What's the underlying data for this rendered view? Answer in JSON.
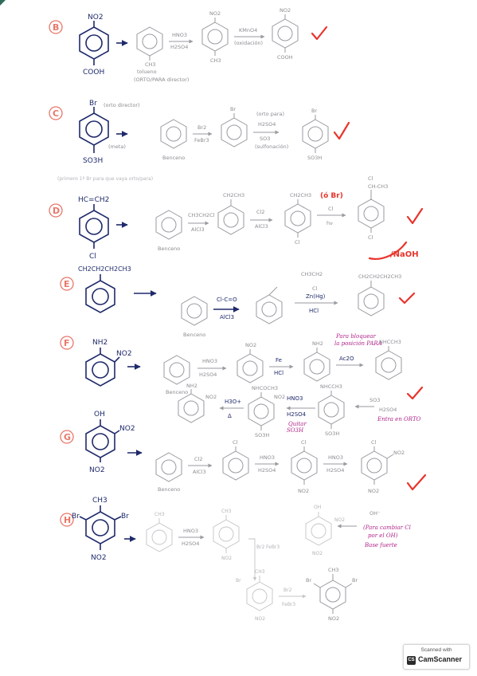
{
  "sections": [
    {
      "label": "B",
      "target_top": "NO2",
      "target_bottom": "COOH",
      "step1_reagent_top": "HNO3",
      "step1_reagent_bottom": "H2SO4",
      "step2_reagent_top": "KMnO4",
      "step2_reagent_bottom": "(oxidación)",
      "start_label": "tolueno",
      "note": "(ORTO/PARA director)",
      "int_top": "NO2",
      "int_sub": "CH3",
      "product_top": "NO2",
      "product_sub": "COOH",
      "start_sub": "CH3"
    },
    {
      "label": "C",
      "target_top": "Br",
      "target_bottom": "SO3H",
      "target_note_top": "(orto director)",
      "target_note_mid": "(meta)",
      "step1_reagent_top": "Br2",
      "step1_reagent_bottom": "FeBr3",
      "step2_reagent_top": "H2SO4",
      "step2_reagent_mid": "SO3",
      "step2_reagent_bottom": "(sulfonación)",
      "step2_note": "(orto para)",
      "start_label": "Benceno",
      "int_top": "Br",
      "product_top": "Br",
      "product_sub": "SO3H"
    },
    {
      "note": "(primero 1º Br para que vaya orto/para)"
    },
    {
      "label": "D",
      "target_top": "HC=CH2",
      "target_bottom": "Cl",
      "step1_reagent_top": "CH3CH2Cl",
      "step1_reagent_bottom": "AlCl3",
      "step2_reagent_top": "Cl2",
      "step2_reagent_bottom": "AlCl3",
      "step3_reagent_top": "Cl",
      "step3_reagent_bottom": "hν",
      "start_label": "Benceno",
      "int1_top": "CH2CH3",
      "int2_top": "CH2CH3",
      "int2_bottom": "Cl",
      "product_top1": "Cl",
      "product_top2": "CH-CH3",
      "product_bottom": "Cl",
      "red_note": "(ó Br)",
      "red_base": "/NaOH"
    },
    {
      "label": "E",
      "target_top": "CH2CH2CH2CH3",
      "step1_reagent": "Cl-C=O",
      "step1_reagent_bottom": "AlCl3",
      "step2_reagent_top": "Zn(Hg)",
      "step2_reagent_bottom": "HCl",
      "start_label": "Benceno",
      "int_top": "CH3CH2",
      "int_sub": "Cl",
      "product_top": "CH2CH2CH2CH3"
    },
    {
      "label": "F",
      "target_top": "NH2",
      "target_side": "NO2",
      "step1_reagent_top": "HNO3",
      "step1_reagent_bottom": "H2SO4",
      "step2_reagent_top": "Fe",
      "step2_reagent_bottom": "HCl",
      "step3_reagent_top": "Ac2O",
      "start_label": "Benceno",
      "int1_top": "NO2",
      "int2_top": "NH2",
      "product_top": "NHCCH3",
      "magenta_note_1": "Para bloquear",
      "magenta_note_2": "la posición PARA",
      "row2_step1": "SO3",
      "row2_step1b": "H2SO4",
      "row2_note": "Entra en ORTO",
      "row2_step2_top": "HNO3",
      "row2_step2_bottom": "H2SO4",
      "row2_step3_top": "H3O+",
      "row2_step3_bottom": "Δ",
      "row2_int1_top": "NHCCH3",
      "row2_int1_bottom": "SO3H",
      "row2_int2_top": "NHCOCH3",
      "row2_int2_side": "NO2",
      "row2_int2_bottom": "SO3H",
      "row2_product_top": "NH2",
      "row2_product_side": "NO2",
      "magenta_note_3": "Quitar",
      "magenta_note_4": "SO3H"
    },
    {
      "label": "G",
      "target_top": "OH",
      "target_side": "NO2",
      "target_bottom": "NO2",
      "step1_reagent_top": "Cl2",
      "step1_reagent_bottom": "AlCl3",
      "step2_reagent_top": "HNO3",
      "step2_reagent_bottom": "H2SO4",
      "step3_reagent_top": "HNO3",
      "step3_reagent_bottom": "H2SO4",
      "start_label": "Benceno",
      "int1_top": "Cl",
      "int2_top": "Cl",
      "int2_bottom": "NO2",
      "product_top": "Cl",
      "product_side": "NO2",
      "product_bottom": "NO2"
    },
    {
      "label": "H",
      "target_top": "CH3",
      "target_left": "Br",
      "target_right": "Br",
      "target_bottom": "NO2",
      "step1_reagent_top": "HNO3",
      "step1_reagent_bottom": "H2SO4",
      "step2_reagent_top": "Br2",
      "step2_reagent_bottom": "FeBr3",
      "step3_reagent_top": "Br2",
      "step3_reagent_bottom": "FeBr3",
      "int1_top": "CH3",
      "int1_bottom": "NO2",
      "int2_top": "CH3",
      "int2_left": "Br",
      "int2_bottom": "NO2",
      "int3_top": "CH3",
      "int3_left": "Br",
      "int3_right": "Br",
      "int3_bottom": "NO2",
      "int4_top": "OH",
      "int4_side": "NO2",
      "int4_bottom": "NO2",
      "magenta_oh": "OH⁻",
      "magenta_note_1": "(Para cambiar Cl",
      "magenta_note_2": "por el OH)",
      "magenta_note_3": "Base fuerte"
    }
  ],
  "watermark": {
    "line1": "Scanned with",
    "line2": "CamScanner",
    "logo": "CS"
  },
  "colors": {
    "ink": "#1f2a6b",
    "red": "#e8342c",
    "magenta": "#b0238a",
    "label": "#e8776a",
    "pencil": "#9a9aa0"
  }
}
